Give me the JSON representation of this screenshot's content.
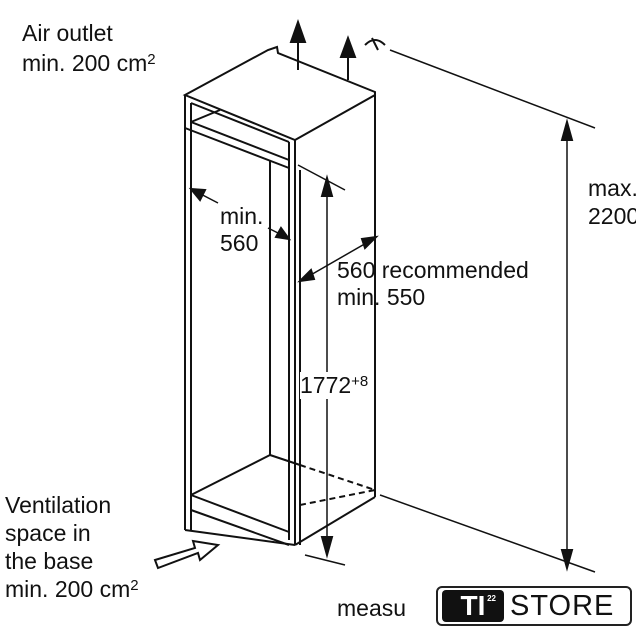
{
  "labels": {
    "air_outlet_1": "Air outlet",
    "air_outlet_2": "min. 200 cm",
    "air_outlet_sup": "2",
    "max_1": "max.",
    "max_2": "2200",
    "width_1": "min.",
    "width_2": "560",
    "depth_1": "560 recommended",
    "depth_2": "min. 550",
    "height": "1772",
    "height_sup": "+8",
    "vent_1": "Ventilation",
    "vent_2": "space in",
    "vent_3": "the base",
    "vent_4": "min. 200 cm",
    "vent_sup": "2",
    "footer": "measu"
  },
  "logo": {
    "mark": "TI",
    "mark_sup": "22",
    "text": "STORE"
  }
}
